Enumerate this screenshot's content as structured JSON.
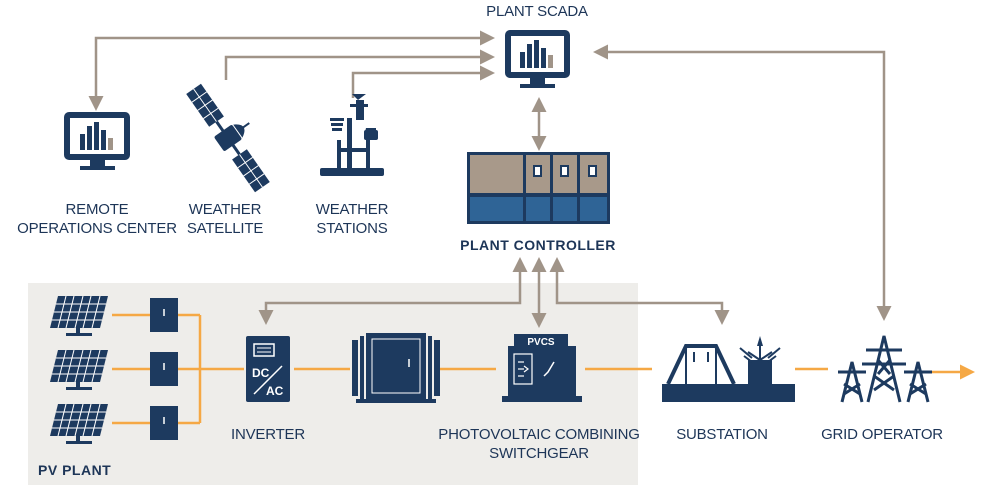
{
  "nodes": {
    "plant_scada": "PLANT SCADA",
    "remote_ops_1": "REMOTE",
    "remote_ops_2": "OPERATIONS CENTER",
    "weather_sat_1": "WEATHER",
    "weather_sat_2": "SATELLITE",
    "weather_st_1": "WEATHER",
    "weather_st_2": "STATIONS",
    "plant_controller": "PLANT CONTROLLER",
    "inverter": "INVERTER",
    "pvcs_1": "PHOTOVOLTAIC COMBINING",
    "pvcs_2": "SWITCHGEAR",
    "substation": "SUBSTATION",
    "grid_operator": "GRID OPERATOR",
    "pv_plant": "PV PLANT"
  },
  "device_text": {
    "dc": "DC",
    "ac": "AC",
    "pvcs": "PVCS"
  },
  "colors": {
    "navy": "#1d3a5f",
    "orange": "#f5a845",
    "gray_arrow": "#a09488",
    "tan": "#a8998a",
    "panel_bg": "#eeedea"
  }
}
